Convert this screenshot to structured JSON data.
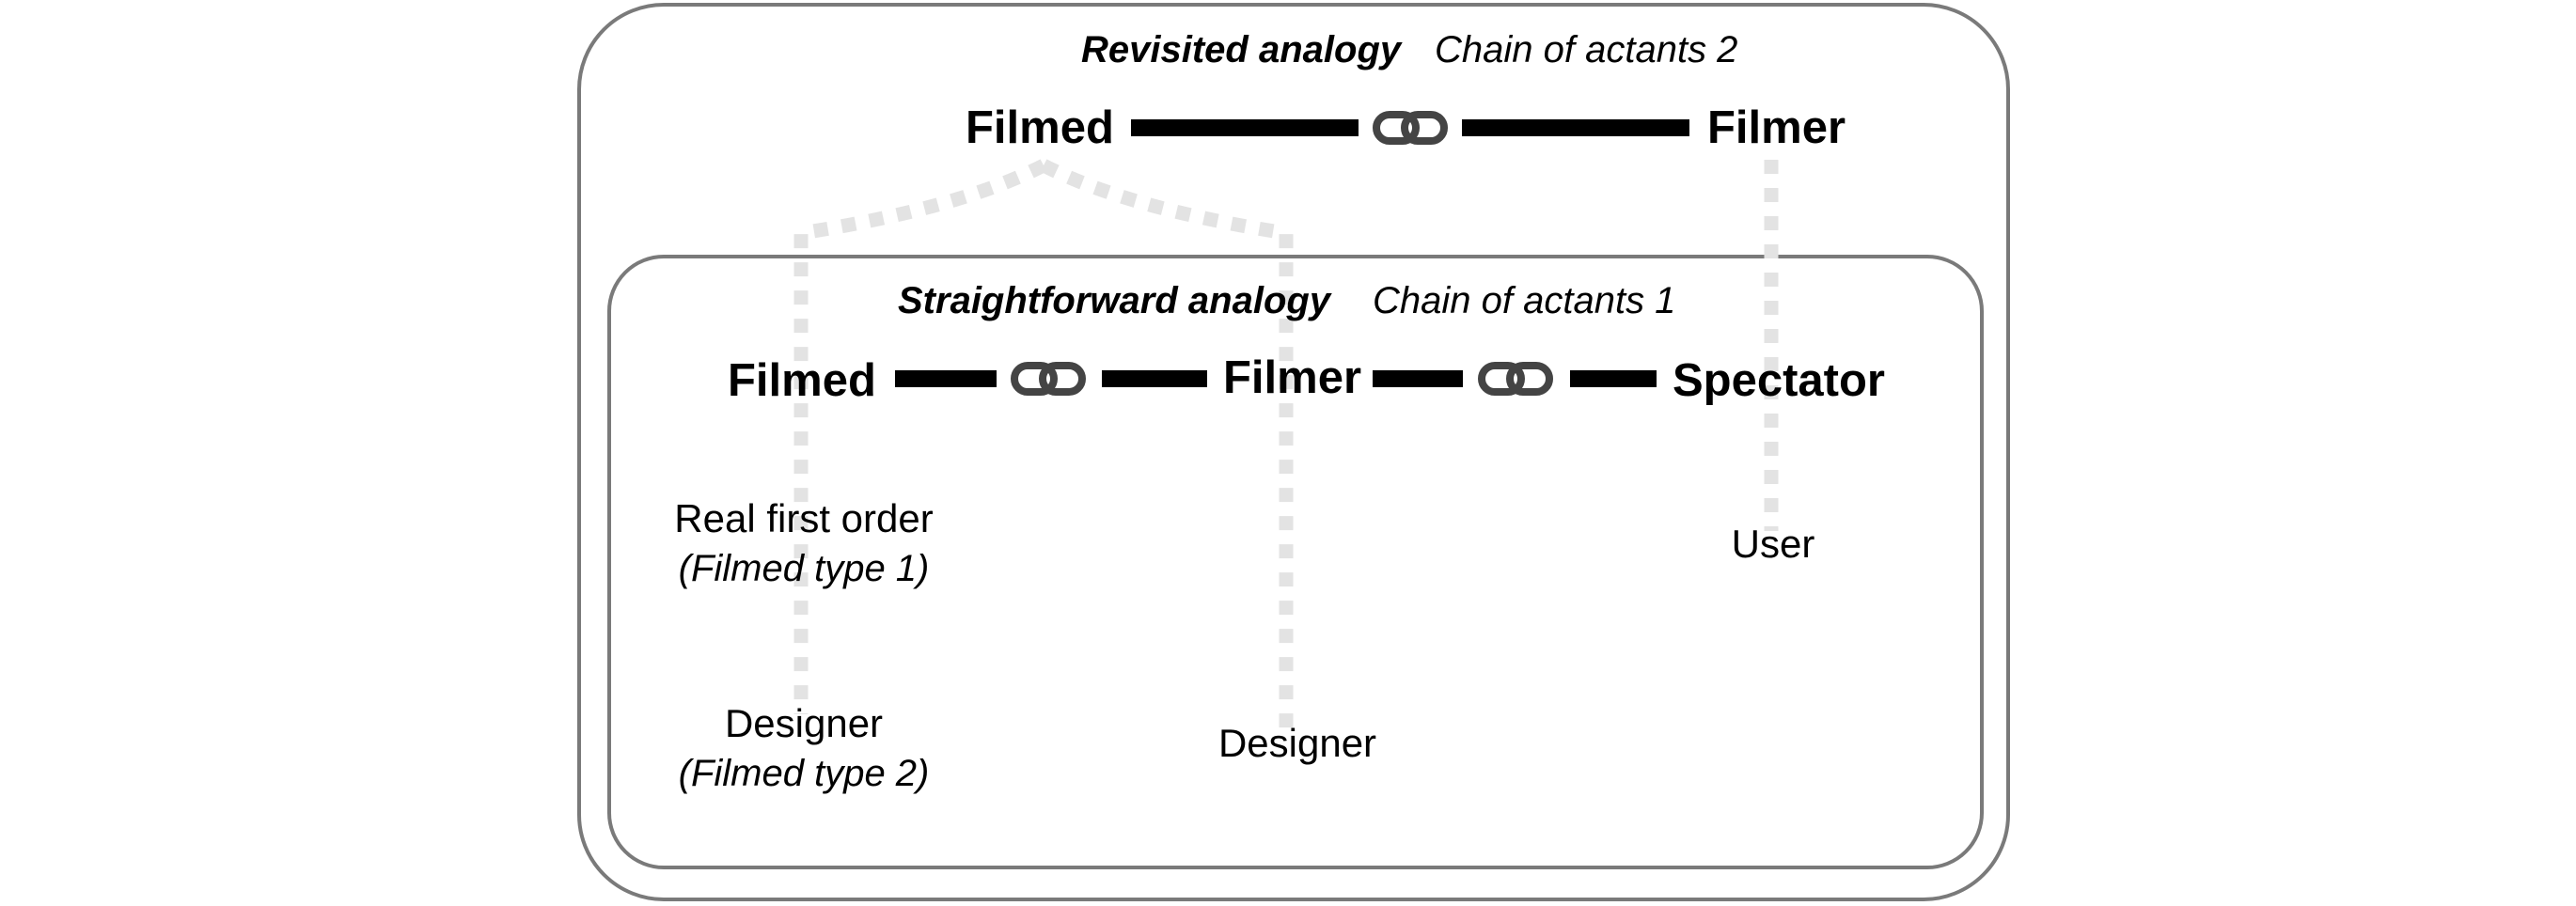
{
  "outer": {
    "title_bold": "Revisited analogy",
    "title_italic": "Chain of actants 2",
    "left_node": "Filmed",
    "right_node": "Filmer"
  },
  "inner": {
    "title_bold": "Straightforward analogy",
    "title_italic": "Chain of actants 1",
    "node_1": "Filmed",
    "node_2": "Filmer",
    "node_3": "Spectator"
  },
  "labels": {
    "real_first_order": "Real first order",
    "filmed_type_1": "(Filmed type 1)",
    "designer_left": "Designer",
    "filmed_type_2": "(Filmed type 2)",
    "designer_middle": "Designer",
    "user": "User"
  },
  "icons": {
    "link": "chain-link-icon"
  }
}
